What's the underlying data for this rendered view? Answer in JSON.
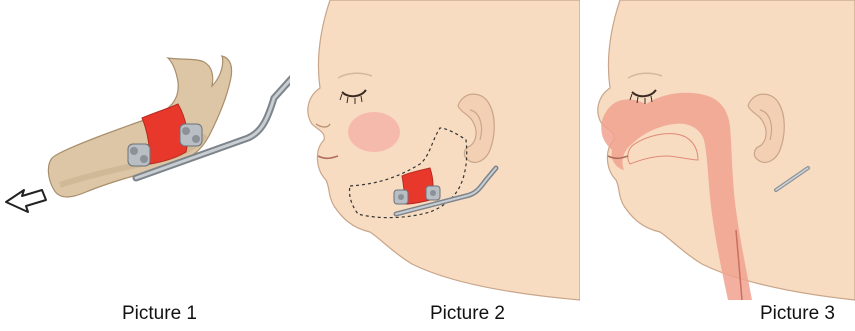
{
  "figure": {
    "captions": [
      "Picture 1",
      "Picture 2",
      "Picture 3"
    ],
    "colors": {
      "skin": "#f7dcc2",
      "skin_outline": "#c9a589",
      "bone": "#dcc6a5",
      "bone_outline": "#a88d6b",
      "distraction_band": "#e8382b",
      "device_metal": "#9aa0a6",
      "airway": "#f1a28f",
      "cheek": "#f5b2a8"
    },
    "icons": [
      "direction-arrow-icon",
      "screw-icon"
    ]
  }
}
